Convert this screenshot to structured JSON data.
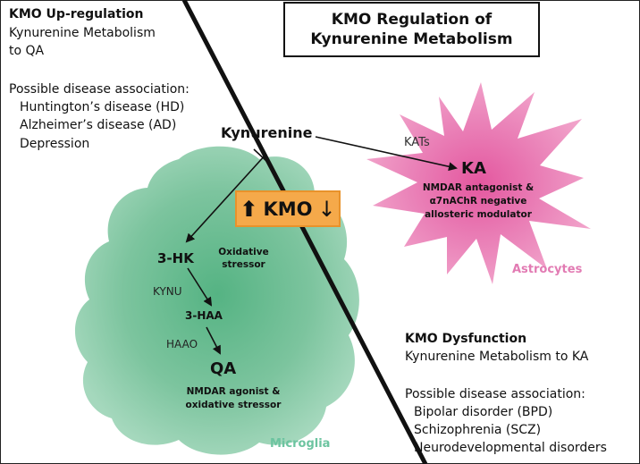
{
  "title": {
    "line1": "KMO Regulation of",
    "line2": "Kynurenine Metabolism"
  },
  "upregulation": {
    "heading": "KMO Up-regulation",
    "line1": "Kynurenine Metabolism",
    "line2": "to QA",
    "disease_heading": "Possible disease association:",
    "diseases": [
      "Huntington’s disease (HD)",
      "Alzheimer’s disease (AD)",
      "Depression"
    ]
  },
  "dysfunction": {
    "heading": "KMO Dysfunction",
    "line1": "Kynurenine Metabolism to KA",
    "disease_heading": "Possible disease association:",
    "diseases": [
      "Bipolar disorder (BPD)",
      "Schizophrenia (SCZ)",
      "Neurodevelopmental disorders"
    ]
  },
  "pathway": {
    "kynurenine": "Kynurenine",
    "kats": "KATs",
    "ka": "KA",
    "ka_desc_line1": "NMDAR antagonist &",
    "ka_desc_line2": "α7nAChR negative",
    "ka_desc_line3": "allosteric modulator",
    "kmo": "KMO",
    "three_hk": "3-HK",
    "oxidative_line1": "Oxidative",
    "oxidative_line2": "stressor",
    "kynu": "KYNU",
    "three_haa": "3-HAA",
    "haao": "HAAO",
    "qa": "QA",
    "qa_desc_line1": "NMDAR agonist &",
    "qa_desc_line2": "oxidative stressor"
  },
  "cells": {
    "astrocytes": "Astrocytes",
    "microglia": "Microglia"
  },
  "colors": {
    "microglia_fill": "#7cc49e",
    "microglia_label": "#6cc4a0",
    "astrocyte_fill": "#ea82b8",
    "astrocyte_label": "#e27bb3",
    "kmo_box": "#f5a94a"
  }
}
